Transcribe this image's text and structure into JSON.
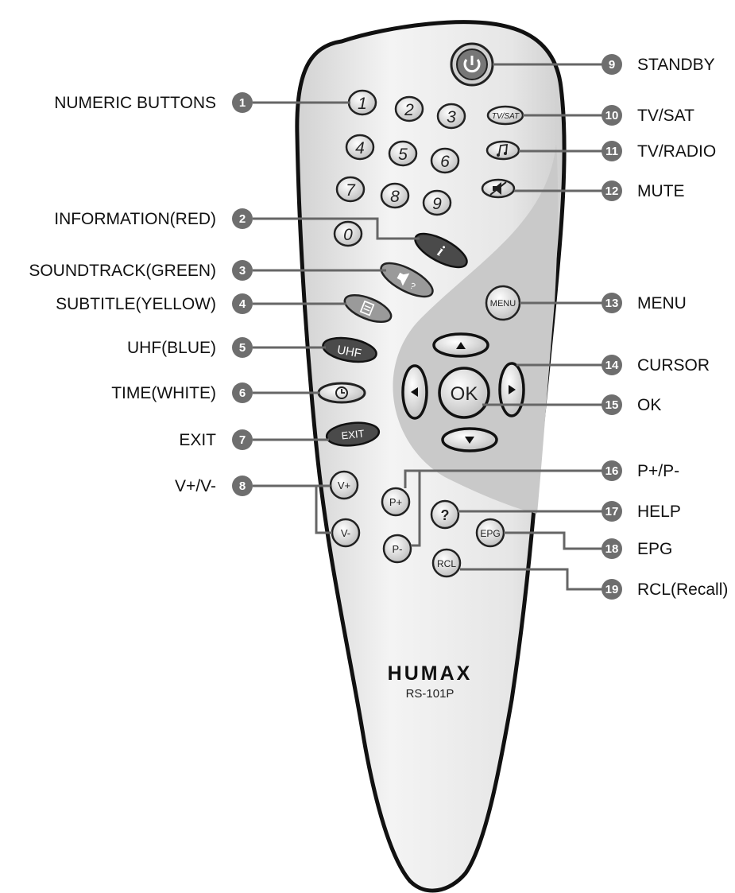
{
  "labels": {
    "l1": "NUMERIC BUTTONS",
    "l2": "INFORMATION(RED)",
    "l3": "SOUNDTRACK(GREEN)",
    "l4": "SUBTITLE(YELLOW)",
    "l5": "UHF(BLUE)",
    "l6": "TIME(WHITE)",
    "l7": "EXIT",
    "l8": "V+/V-",
    "l9": "STANDBY",
    "l10": "TV/SAT",
    "l11": "TV/RADIO",
    "l12": "MUTE",
    "l13": "MENU",
    "l14": "CURSOR",
    "l15": "OK",
    "l16": "P+/P-",
    "l17": "HELP",
    "l18": "EPG",
    "l19": "RCL(Recall)"
  },
  "callout_numbers": {
    "n1": "1",
    "n2": "2",
    "n3": "3",
    "n4": "4",
    "n5": "5",
    "n6": "6",
    "n7": "7",
    "n8": "8",
    "n9": "9",
    "n10": "10",
    "n11": "11",
    "n12": "12",
    "n13": "13",
    "n14": "14",
    "n15": "15",
    "n16": "16",
    "n17": "17",
    "n18": "18",
    "n19": "19"
  },
  "buttons": {
    "d1": "1",
    "d2": "2",
    "d3": "3",
    "d4": "4",
    "d5": "5",
    "d6": "6",
    "d7": "7",
    "d8": "8",
    "d9": "9",
    "d0": "0",
    "tvsat": "TV/SAT",
    "info": "i",
    "uhf": "UHF",
    "exit": "EXIT",
    "menu": "MENU",
    "ok": "OK",
    "vplus": "V+",
    "vminus": "V-",
    "pplus": "P+",
    "pminus": "P-",
    "help": "?",
    "epg": "EPG",
    "rcl": "RCL"
  },
  "brand": "HUMAX",
  "model": "RS-101P",
  "icons": {
    "standby": "power-icon",
    "tvradio": "music-note-icon",
    "mute": "mute-icon",
    "soundtrack": "speaker-icon",
    "subtitle": "subtitle-icon",
    "time": "clock-icon",
    "up": "arrow-up-icon",
    "down": "arrow-down-icon",
    "left": "arrow-left-icon",
    "right": "arrow-right-icon"
  },
  "colors": {
    "remote_body": "#e8e8e8",
    "remote_shade": "#c4c4c4",
    "callout_circle": "#6e6e6e",
    "dark_button": "#4a4a4a"
  }
}
